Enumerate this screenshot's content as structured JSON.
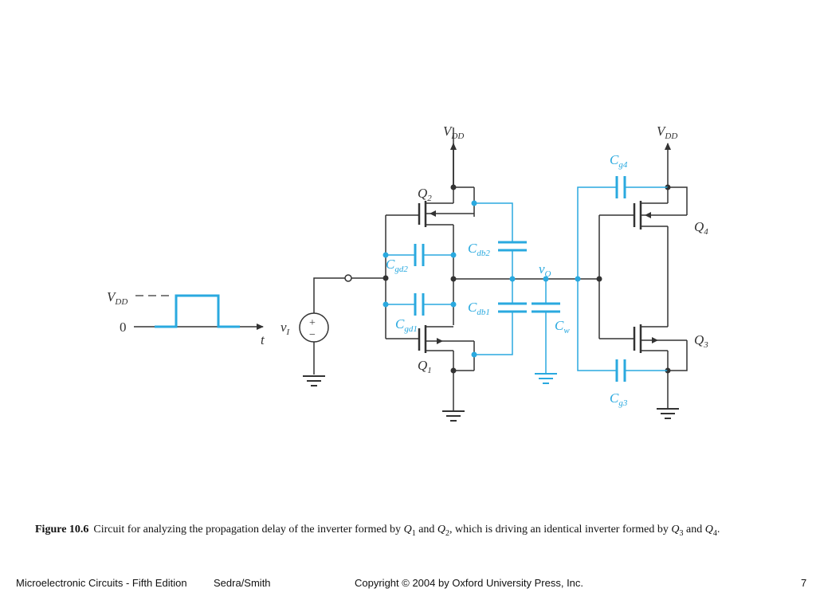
{
  "figure": {
    "labels": {
      "vdd_left": "V",
      "vdd_left_sub": "DD",
      "vdd_right": "V",
      "vdd_right_sub": "DD",
      "wave_vdd": "V",
      "wave_vdd_sub": "DD",
      "wave_zero": "0",
      "wave_t": "t",
      "vi": "v",
      "vi_sub": "I",
      "plus": "+",
      "minus": "−",
      "q1": "Q",
      "q1_sub": "1",
      "q2": "Q",
      "q2_sub": "2",
      "q3": "Q",
      "q3_sub": "3",
      "q4": "Q",
      "q4_sub": "4",
      "vo": "v",
      "vo_sub": "O",
      "cgd2": "C",
      "cgd2_sub": "gd2",
      "cgd1": "C",
      "cgd1_sub": "gd1",
      "cdb2": "C",
      "cdb2_sub": "db2",
      "cdb1": "C",
      "cdb1_sub": "db1",
      "cw": "C",
      "cw_sub": "w",
      "cg4": "C",
      "cg4_sub": "g4",
      "cg3": "C",
      "cg3_sub": "g3"
    },
    "colors": {
      "wire": "#333333",
      "capacitor": "#2aa9df"
    }
  },
  "caption": {
    "figure_number": "Figure 10.6",
    "text_1": "Circuit for analyzing the propagation delay of the inverter formed by ",
    "q1": "Q",
    "q1_sub": "1",
    "text_2": " and ",
    "q2": "Q",
    "q2_sub": "2",
    "text_3": ", which is driving an identical inverter formed by ",
    "q3": "Q",
    "q3_sub": "3",
    "text_4": " and ",
    "q4": "Q",
    "q4_sub": "4",
    "text_5": "."
  },
  "footer": {
    "book": "Microelectronic Circuits - Fifth Edition",
    "authors": "Sedra/Smith",
    "copyright": "Copyright © 2004 by Oxford University Press, Inc.",
    "page": "7"
  }
}
